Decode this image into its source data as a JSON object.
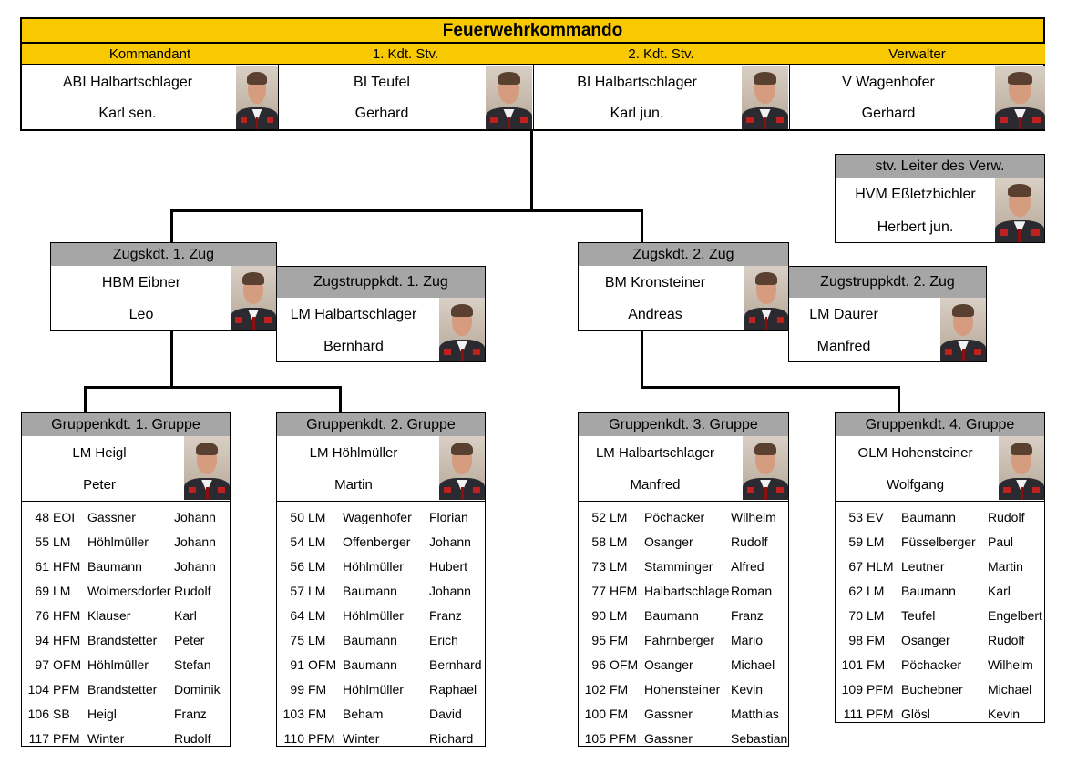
{
  "title": "Feuerwehrkommando",
  "leadership": [
    {
      "role": "Kommandant",
      "name": "ABI Halbartschlager",
      "first": "Karl sen.",
      "photo": "portrait-icon"
    },
    {
      "role": "1. Kdt. Stv.",
      "name": "BI Teufel",
      "first": "Gerhard",
      "photo": "portrait-icon"
    },
    {
      "role": "2. Kdt. Stv.",
      "name": "BI Halbartschlager",
      "first": "Karl jun.",
      "photo": "portrait-icon"
    },
    {
      "role": "Verwalter",
      "name": "V Wagenhofer",
      "first": "Gerhard",
      "photo": "portrait-icon"
    }
  ],
  "deputy_admin": {
    "role": "stv. Leiter des Verw.",
    "name": "HVM Eßletzbichler",
    "first": "Herbert jun."
  },
  "platoons": [
    {
      "role": "Zugskdt. 1. Zug",
      "name": "HBM Eibner",
      "first": "Leo"
    },
    {
      "role": "Zugskdt. 2. Zug",
      "name": "BM Kronsteiner",
      "first": "Andreas"
    }
  ],
  "platoon_troops": [
    {
      "role": "Zugstruppkdt.  1. Zug",
      "name": "LM Halbartschlager",
      "first": "Bernhard"
    },
    {
      "role": "Zugstruppkdt. 2. Zug",
      "name": "LM Daurer",
      "first": "Manfred"
    }
  ],
  "groups": [
    {
      "role": "Gruppenkdt. 1. Gruppe",
      "name": "LM Heigl",
      "first": "Peter",
      "members": [
        [
          "48",
          "EOI",
          "Gassner",
          "Johann"
        ],
        [
          "55",
          "LM",
          "Höhlmüller",
          "Johann"
        ],
        [
          "61",
          "HFM",
          "Baumann",
          "Johann"
        ],
        [
          "69",
          "LM",
          "Wolmersdorfer",
          "Rudolf"
        ],
        [
          "76",
          "HFM",
          "Klauser",
          "Karl"
        ],
        [
          "94",
          "HFM",
          "Brandstetter",
          "Peter"
        ],
        [
          "97",
          "OFM",
          "Höhlmüller",
          "Stefan"
        ],
        [
          "104",
          "PFM",
          "Brandstetter",
          "Dominik"
        ],
        [
          "106",
          "SB",
          "Heigl",
          "Franz"
        ],
        [
          "117",
          "PFM",
          "Winter",
          "Rudolf"
        ]
      ]
    },
    {
      "role": "Gruppenkdt. 2. Gruppe",
      "name": "LM Höhlmüller",
      "first": "Martin",
      "members": [
        [
          "50",
          "LM",
          "Wagenhofer",
          "Florian"
        ],
        [
          "54",
          "LM",
          "Offenberger",
          "Johann"
        ],
        [
          "56",
          "LM",
          "Höhlmüller",
          "Hubert"
        ],
        [
          "57",
          "LM",
          "Baumann",
          "Johann"
        ],
        [
          "64",
          "LM",
          "Höhlmüller",
          "Franz"
        ],
        [
          "75",
          "LM",
          "Baumann",
          "Erich"
        ],
        [
          "91",
          "OFM",
          "Baumann",
          "Bernhard"
        ],
        [
          "99",
          "FM",
          "Höhlmüller",
          "Raphael"
        ],
        [
          "103",
          "FM",
          "Beham",
          "David"
        ],
        [
          "110",
          "PFM",
          "Winter",
          "Richard"
        ]
      ]
    },
    {
      "role": "Gruppenkdt. 3. Gruppe",
      "name": "LM Halbartschlager",
      "first": "Manfred",
      "members": [
        [
          "52",
          "LM",
          "Pöchacker",
          "Wilhelm"
        ],
        [
          "58",
          "LM",
          "Osanger",
          "Rudolf"
        ],
        [
          "73",
          "LM",
          "Stamminger",
          "Alfred"
        ],
        [
          "77",
          "HFM",
          "Halbartschlage",
          "Roman"
        ],
        [
          "90",
          "LM",
          "Baumann",
          "Franz"
        ],
        [
          "95",
          "FM",
          "Fahrnberger",
          "Mario"
        ],
        [
          "96",
          "OFM",
          "Osanger",
          "Michael"
        ],
        [
          "102",
          "FM",
          "Hohensteiner",
          "Kevin"
        ],
        [
          "100",
          "FM",
          "Gassner",
          "Matthias"
        ],
        [
          "105",
          "PFM",
          "Gassner",
          "Sebastian"
        ]
      ]
    },
    {
      "role": "Gruppenkdt. 4. Gruppe",
      "name": "OLM Hohensteiner",
      "first": "Wolfgang",
      "members": [
        [
          "53",
          "EV",
          "Baumann",
          "Rudolf"
        ],
        [
          "59",
          "LM",
          "Füsselberger",
          "Paul"
        ],
        [
          "67",
          "HLM",
          "Leutner",
          "Martin"
        ],
        [
          "62",
          "LM",
          "Baumann",
          "Karl"
        ],
        [
          "70",
          "LM",
          "Teufel",
          "Engelbert"
        ],
        [
          "98",
          "FM",
          "Osanger",
          "Rudolf"
        ],
        [
          "101",
          "FM",
          "Pöchacker",
          "Wilhelm"
        ],
        [
          "109",
          "PFM",
          "Buchebner",
          "Michael"
        ],
        [
          "111",
          "PFM",
          "Glösl",
          "Kevin"
        ]
      ]
    }
  ],
  "colors": {
    "header_yellow": "#f8c800",
    "header_gray": "#a6a6a6",
    "uniform_red": "#c02020"
  }
}
